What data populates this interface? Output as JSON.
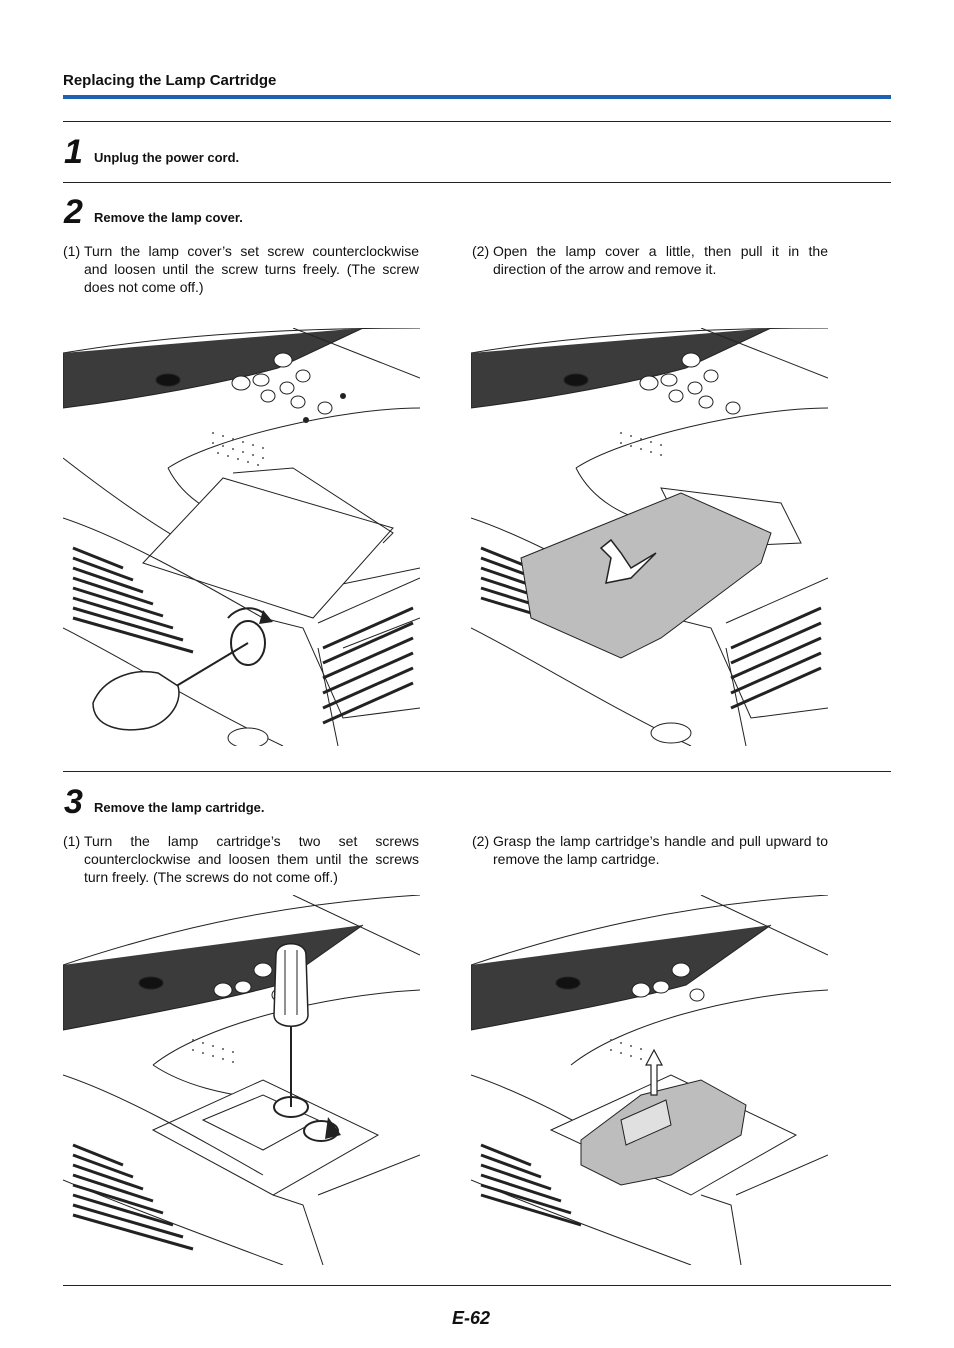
{
  "header": {
    "title": "Replacing the Lamp Cartridge"
  },
  "steps": [
    {
      "number": "1",
      "text": "Unplug the power cord."
    },
    {
      "number": "2",
      "text": "Remove the lamp cover.",
      "items": [
        {
          "label": "(1)",
          "text": "Turn the lamp cover’s set screw counterclockwise and loosen until the screw turns freely. (The screw does not come off.)"
        },
        {
          "label": "(2)",
          "text": "Open the lamp cover a little, then pull it in the direction of the arrow and remove it."
        }
      ]
    },
    {
      "number": "3",
      "text": "Remove the lamp cartridge.",
      "items": [
        {
          "label": "(1)",
          "text": "Turn the lamp cartridge’s two set screws counterclockwise and loosen them until the screws turn freely. (The screws do not come off.)"
        },
        {
          "label": "(2)",
          "text": "Grasp the lamp cartridge’s handle and pull upward to remove the lamp cartridge."
        }
      ]
    }
  ],
  "footer": {
    "page": "E-62"
  },
  "colors": {
    "accent_rule": "#1d62b3",
    "cover_gray": "#bdbdbd",
    "housing_dark": "#3b3b3b"
  }
}
